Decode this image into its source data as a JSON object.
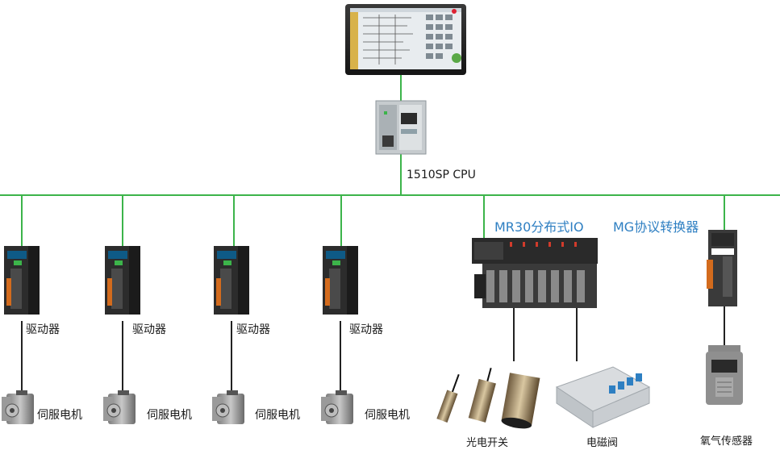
{
  "cpu": {
    "label": "1510SP CPU"
  },
  "io": {
    "label": "MR30分布式IO"
  },
  "gateway": {
    "label": "MG协议转换器"
  },
  "drives": [
    {
      "label": "驱动器",
      "motor": "伺服电机"
    },
    {
      "label": "驱动器",
      "motor": "伺服电机"
    },
    {
      "label": "驱动器",
      "motor": "伺服电机"
    },
    {
      "label": "驱动器",
      "motor": "伺服电机"
    }
  ],
  "io_devices": {
    "sensor": "光电开关",
    "valve": "电磁阀"
  },
  "gateway_device": {
    "label": "氧气传感器"
  },
  "colors": {
    "network": "#3cb44a",
    "wire": "#222222",
    "title": "#2e7fc2"
  }
}
